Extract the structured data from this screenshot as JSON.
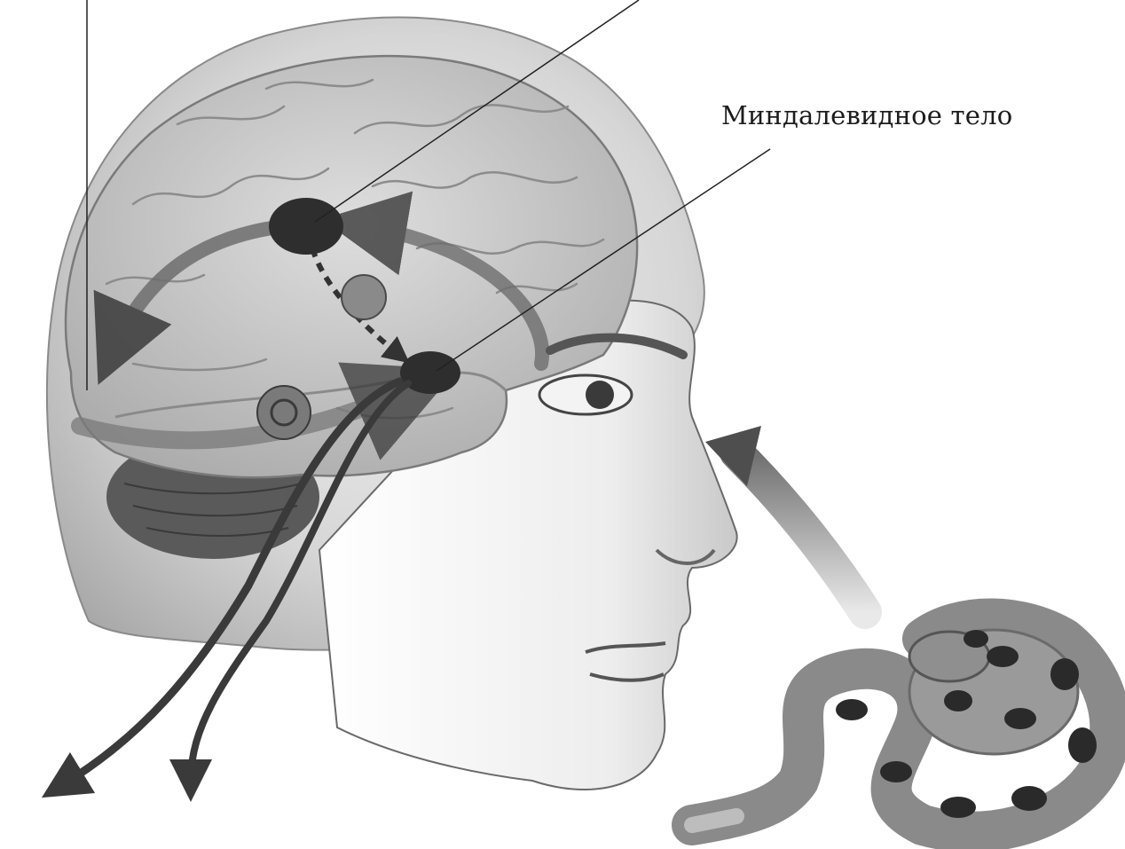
{
  "labels": {
    "amygdala": "Миндалевидное тело"
  },
  "illustration": {
    "subject": "head-profile-with-brain",
    "stimulus": "coiled-snake",
    "colors": {
      "skin": "#d4d4d4",
      "skin_shadow": "#9a9a9a",
      "brain": "#bdbdbd",
      "cerebellum": "#5a5a5a",
      "pathway": "#6e6e6e",
      "node": "#2e2e2e",
      "snake_body": "#8a8a8a",
      "snake_spots": "#2a2a2a",
      "leader_line": "#222222"
    }
  }
}
